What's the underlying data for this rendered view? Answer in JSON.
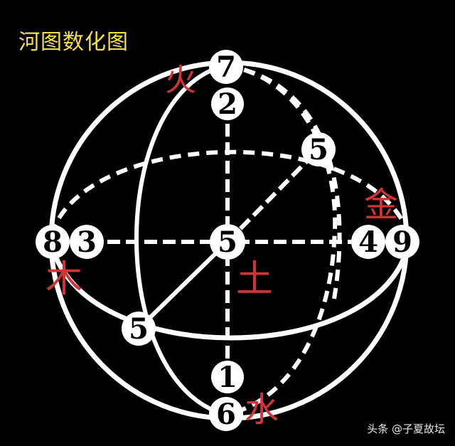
{
  "title": "河图数化图",
  "numbers": {
    "top_7": "7",
    "top_2": "2",
    "back_right_5": "5",
    "center_5": "5",
    "left_8": "8",
    "left_3": "3",
    "right_4": "4",
    "right_9": "9",
    "front_left_5": "5",
    "bottom_1": "1",
    "bottom_6": "6"
  },
  "elements": {
    "fire": "火",
    "metal": "金",
    "wood": "木",
    "earth": "土",
    "water": "水"
  },
  "watermark": "头条 @子夏故坛",
  "colors": {
    "background": "#000000",
    "lines": "#ffffff",
    "title": "#f5e04a",
    "element_red": "#d03434"
  }
}
